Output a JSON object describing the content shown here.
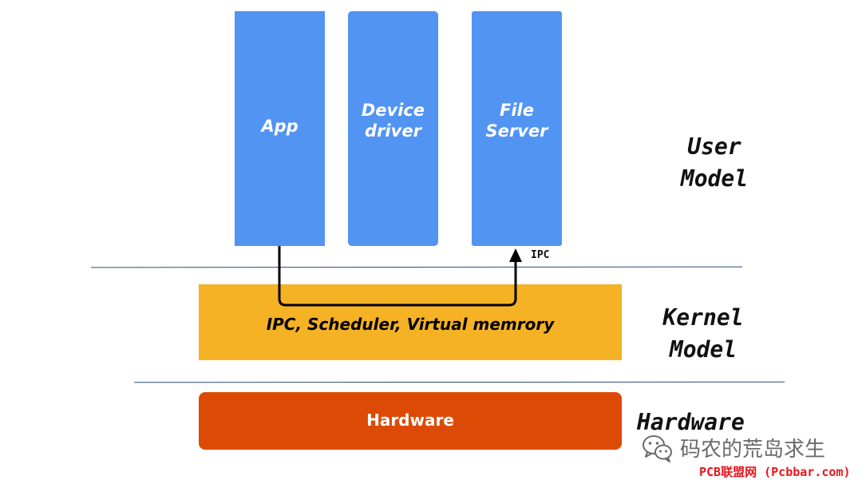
{
  "diagram": {
    "user_space": {
      "boxes": [
        {
          "label": "App"
        },
        {
          "label": "Device\ndriver"
        },
        {
          "label": "File\nServer"
        }
      ],
      "layer_label": "User\nModel"
    },
    "kernel_space": {
      "box_label": "IPC, Scheduler, Virtual memrory",
      "layer_label": "Kernel\nModel"
    },
    "hardware": {
      "box_label": "Hardware",
      "layer_label": "Hardware"
    },
    "ipc_arrow": {
      "label": "IPC",
      "from": "App",
      "to": "File Server",
      "via": "kernel"
    }
  },
  "watermark": {
    "icon": "wechat-icon",
    "text": "码农的荒岛求生"
  },
  "credit": {
    "text": "PCB联盟网 (Pcbbar.com)"
  },
  "colors": {
    "user_box": "#5294f2",
    "kernel_box": "#f4b224",
    "hardware_box": "#dd4a06",
    "divider": "#2c4a76",
    "credit": "#e8161c"
  }
}
